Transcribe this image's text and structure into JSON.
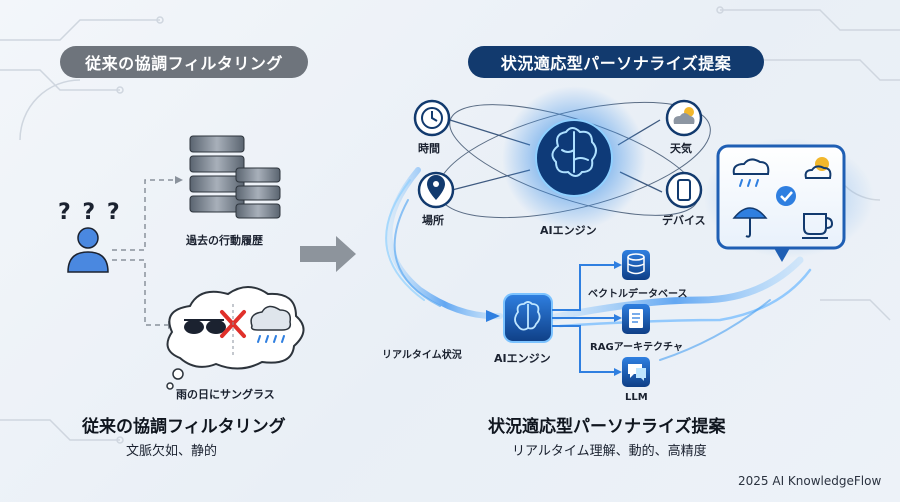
{
  "left": {
    "header": "従来の協調フィルタリング",
    "question_marks": "? ? ?",
    "history_label": "過去の行動履歴",
    "mismatch_label": "雨の日にサングラス",
    "title": "従来の協調フィルタリング",
    "subtitle": "文脈欠如、静的"
  },
  "right": {
    "header": "状況適応型パーソナライズ提案",
    "context": {
      "time": "時間",
      "place": "場所",
      "weather": "天気",
      "device": "デバイス"
    },
    "engine_top": "AIエンジン",
    "realtime_label": "リアルタイム状況",
    "engine_bottom": "AIエンジン",
    "components": {
      "vector_db": "ベクトルデータベース",
      "rag": "RAGアーキテクチャ",
      "llm": "LLM"
    },
    "title": "状況適応型パーソナライズ提案",
    "subtitle": "リアルタイム理解、動的、高精度"
  },
  "footer": "2025 AI KnowledgeFlow",
  "colors": {
    "accent_blue": "#2f7fe0",
    "dark_navy": "#123a6e",
    "gray_pill": "#6e747c",
    "cross_red": "#e0302a"
  },
  "icons": [
    "user-icon",
    "database-icon",
    "thought-cloud-icon",
    "clock-icon",
    "location-pin-icon",
    "weather-icon",
    "smartphone-icon",
    "brain-icon",
    "document-icon",
    "chat-icon",
    "umbrella-icon",
    "coffee-icon",
    "checkmark-icon"
  ]
}
